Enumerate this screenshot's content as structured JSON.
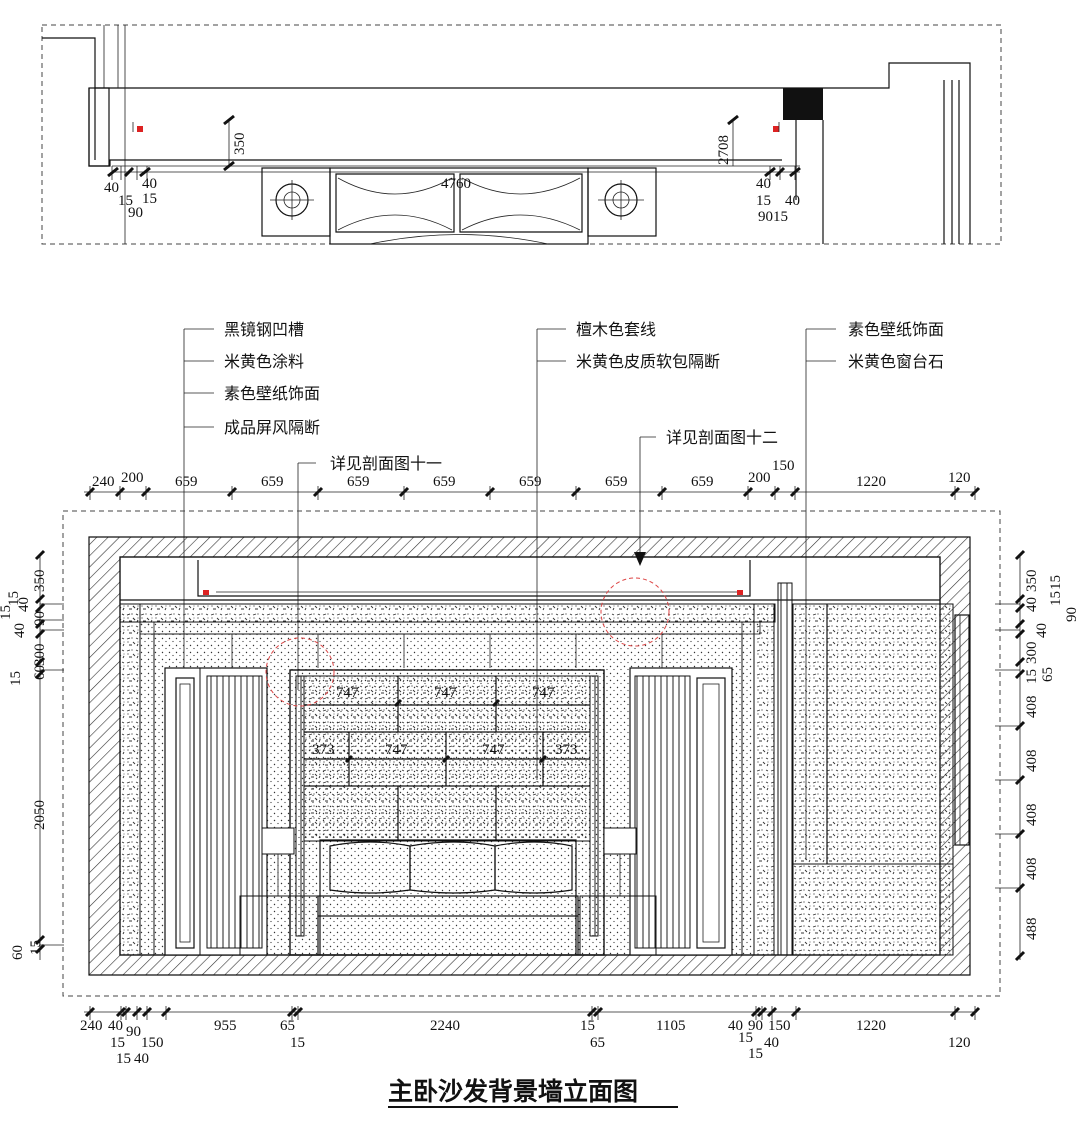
{
  "title": "主卧沙发背景墙立面图",
  "plan": {
    "dims": {
      "h350": "350",
      "w4760": "4760",
      "h2708": "2708",
      "l40a": "40",
      "l40b": "40",
      "l15a": "15",
      "l15b": "15",
      "l90": "90",
      "r40a": "40",
      "r15": "15",
      "r9015": "9015",
      "r40b": "40"
    }
  },
  "labels": {
    "left": [
      "黑镜钢凹槽",
      "米黄色涂料",
      "素色壁纸饰面",
      "成品屏风隔断"
    ],
    "mid": [
      "檀木色套线",
      "米黄色皮质软包隔断"
    ],
    "right": [
      "素色壁纸饰面",
      "米黄色窗台石"
    ],
    "section11": "详见剖面图十一",
    "section12": "详见剖面图十二"
  },
  "top_dims": [
    "240",
    "200",
    "659",
    "659",
    "659",
    "659",
    "659",
    "659",
    "659",
    "200",
    "150",
    "1220",
    "120"
  ],
  "bottom_dims": {
    "row1": [
      "240",
      "40",
      "90",
      "150",
      "955",
      "65",
      "2240",
      "15",
      "1105",
      "40",
      "90",
      "150",
      "1220"
    ],
    "row2": [
      "15",
      "15",
      "65",
      "15",
      "40",
      "120"
    ],
    "row3": [
      "15",
      "40",
      "15"
    ]
  },
  "left_dims": [
    "350",
    "40",
    "15",
    "15",
    "90",
    "40",
    "300",
    "60",
    "15",
    "2050",
    "60",
    "15"
  ],
  "right_dims": [
    "350",
    "40",
    "15",
    "15",
    "90",
    "40",
    "300",
    "65",
    "15",
    "408",
    "408",
    "408",
    "408",
    "488"
  ],
  "panel_dims": [
    "747",
    "747",
    "747",
    "373",
    "747",
    "747",
    "373"
  ]
}
